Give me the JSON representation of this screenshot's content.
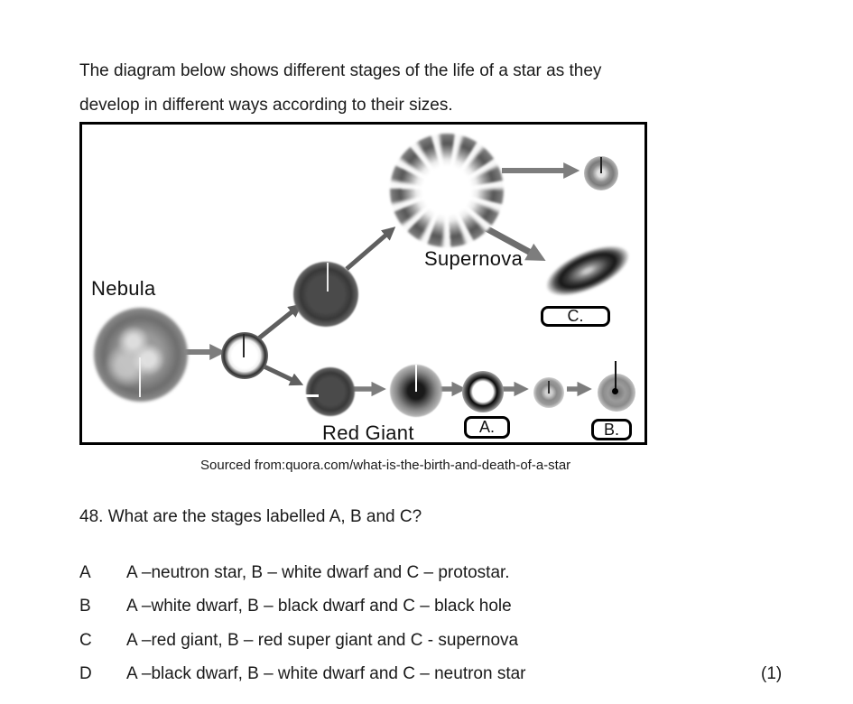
{
  "intro": {
    "line1": "The diagram below shows different stages of the life of a star as they",
    "line2": "develop in different ways according to their sizes."
  },
  "diagram": {
    "labels": {
      "nebula": "Nebula",
      "supernova": "Supernova",
      "red_giant": "Red Giant",
      "box_a": "A.",
      "box_b": "B.",
      "box_c": "C."
    }
  },
  "source": "Sourced from:quora.com/what-is-the-birth-and-death-of-a-star",
  "question": "48. What are the stages labelled A, B and C?",
  "options": [
    {
      "letter": "A",
      "text": "A –neutron star, B – white dwarf and C – protostar."
    },
    {
      "letter": "B",
      "text": "A –white dwarf, B – black dwarf and C – black hole"
    },
    {
      "letter": "C",
      "text": "A –red giant, B – red super giant and C - supernova"
    },
    {
      "letter": "D",
      "text": "A –black dwarf, B – white dwarf and C – neutron star"
    }
  ],
  "marks": "(1)",
  "colors": {
    "text": "#1a1a1a",
    "arrow_gray": "#7d7d7d",
    "arrow_dark": "#5f5f5f",
    "frame_border": "#000000"
  }
}
